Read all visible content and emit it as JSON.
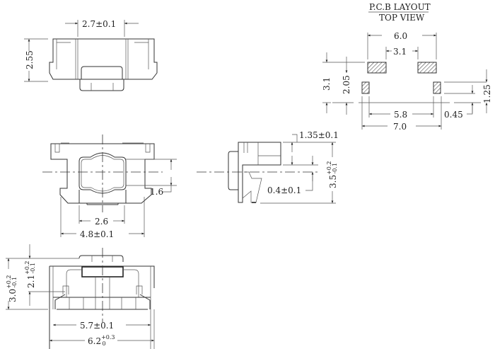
{
  "pcb_layout": {
    "title": "P.C.B LAYOUT",
    "subtitle": "TOP VIEW",
    "dims": {
      "pad_outer_span": "6.0",
      "pad_inner_gap": "3.1",
      "pad_row_height": "3.1",
      "pad_offset": "2.05",
      "small_pad_inner": "5.8",
      "small_pad_outer": "7.0",
      "small_pad_offset": "0.45",
      "small_pad_height": "1.25"
    }
  },
  "top_view": {
    "dims": {
      "width": "2.7±0.1",
      "height": "2.55"
    }
  },
  "front_view": {
    "dims": {
      "center_height": "1.6",
      "inner_width": "2.6",
      "outer_width": "4.8±0.1"
    }
  },
  "side_view": {
    "dims": {
      "top_height": "1.35±0.1",
      "offset": "0.4±0.1",
      "total_height": {
        "base": "3.5",
        "upper": "+0.2",
        "lower": "-0.1"
      }
    }
  },
  "bottom_view": {
    "dims": {
      "total_height": {
        "base": "3.0",
        "upper": "+0.2",
        "lower": "-0.1"
      },
      "body_height": {
        "base": "2.1",
        "upper": "+0.2",
        "lower": "-0.1"
      },
      "inner_width": "5.7±0.1",
      "outer_width": {
        "base": "6.2",
        "upper": "+0.3",
        "lower": "0"
      }
    }
  }
}
